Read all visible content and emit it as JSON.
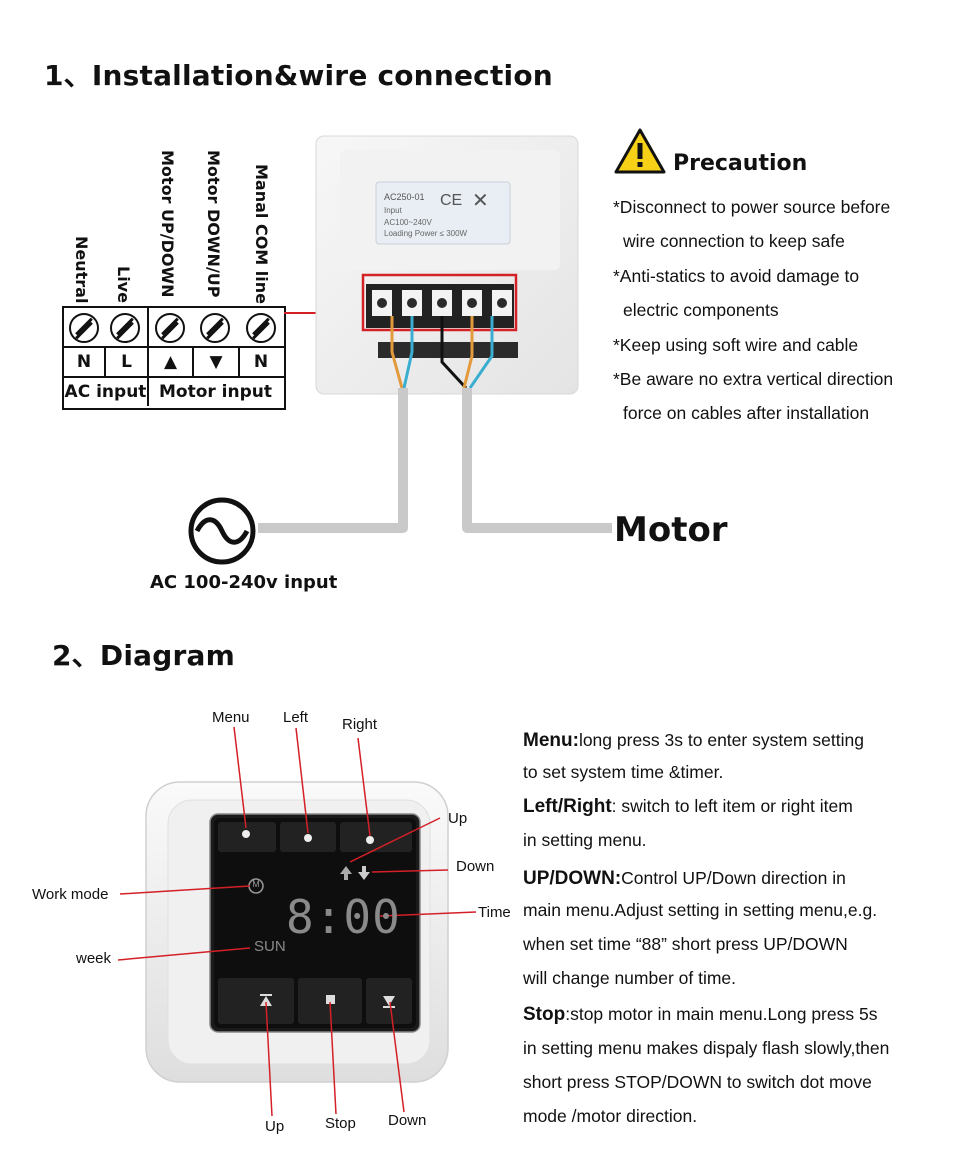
{
  "section1": {
    "title": "1、Installation&wire connection"
  },
  "terminals": {
    "vertical_labels": [
      "Neutral",
      "Live",
      "Motor UP/DOWN",
      "Motor DOWN/UP",
      "Manal COM line"
    ],
    "symbols": [
      "N",
      "L",
      "▲",
      "▼",
      "N"
    ],
    "groups": [
      "AC input",
      "Motor input"
    ]
  },
  "device_label": {
    "model": "AC250-01",
    "input_label": "Input",
    "voltage": "AC100~240V",
    "power": "Loading Power ≤ 300W",
    "mark": "CE"
  },
  "precaution": {
    "title": "Precaution",
    "lines": [
      "*Disconnect to power source before",
      "wire connection to keep safe",
      "*Anti-statics to avoid damage to",
      "electric components",
      "*Keep using soft wire and cable",
      "*Be aware no extra vertical direction",
      "force on cables after installation"
    ]
  },
  "ac_input_label": "AC 100-240v input",
  "motor_label": "Motor",
  "section2": {
    "title": "2、Diagram"
  },
  "panel": {
    "time_display": "8:00",
    "day_display": "SUN",
    "mode_icon_letter": "M",
    "callouts": {
      "menu": "Menu",
      "left": "Left",
      "right": "Right",
      "up_top": "Up",
      "down_top": "Down",
      "time": "Time",
      "work_mode": "Work mode",
      "week": "week",
      "up_bottom": "Up",
      "stop": "Stop",
      "down_bottom": "Down"
    }
  },
  "descriptions": {
    "menu_key": "Menu:",
    "menu_l1": "long press 3s to enter system setting",
    "menu_l2": "to set system time &timer.",
    "lr_key": "Left/Right",
    "lr_l1": ": switch to left item or right item",
    "lr_l2": "in setting menu.",
    "ud_key": "UP/DOWN:",
    "ud_l1": "Control UP/Down direction in",
    "ud_l2": "main menu.Adjust setting in setting menu,e.g.",
    "ud_l3": "when set time “88” short press UP/DOWN",
    "ud_l4": "will change number of time.",
    "stop_key": "Stop",
    "stop_l1": ":stop motor in main menu.Long press 5s",
    "stop_l2": "in setting menu makes dispaly flash slowly,then",
    "stop_l3": "short press STOP/DOWN to switch dot move",
    "stop_l4": "mode /motor direction."
  },
  "colors": {
    "accent_red": "#d42027",
    "wire_orange": "#e29a3c",
    "wire_blue": "#3aaed0",
    "warning_yellow": "#f7d117"
  }
}
